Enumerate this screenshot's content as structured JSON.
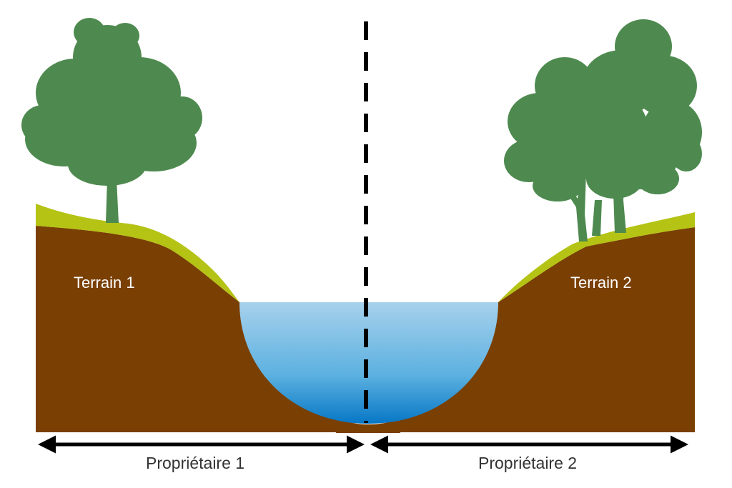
{
  "labels": {
    "terrain_1": "Terrain 1",
    "terrain_2": "Terrain 2",
    "owner_1": "Propriétaire 1",
    "owner_2": "Propriétaire 2"
  },
  "colors": {
    "soil": "#7a3f03",
    "grass": "#b4c314",
    "tree": "#4e8a4f",
    "water_top": "#a7d1ec",
    "water_bottom": "#0777c6",
    "boundary": "#000000",
    "label_on_soil": "#ffffff",
    "label_owner": "#333333"
  }
}
